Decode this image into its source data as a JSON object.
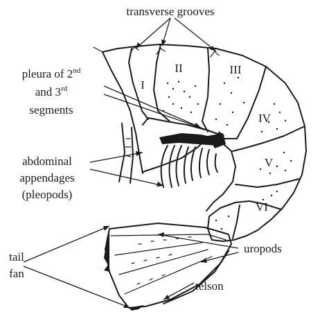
{
  "labels": {
    "transverse_grooves": "transverse grooves",
    "pleura_line1": "pleura of 2",
    "pleura_sup1": "nd",
    "pleura_line2": "and 3",
    "pleura_sup2": "rd",
    "pleura_line3": "segments",
    "appendages_line1": "abdominal",
    "appendages_line2": "appendages",
    "appendages_line3": "(pleopods)",
    "uropods": "uropods",
    "tail_fan_line1": "tail",
    "tail_fan_line2": "fan",
    "telson": "telson"
  },
  "segments": [
    "I",
    "II",
    "III",
    "IV",
    "V",
    "VI"
  ]
}
